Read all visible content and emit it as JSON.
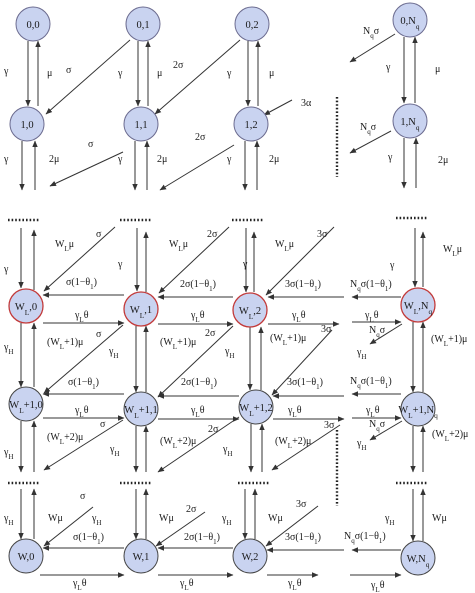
{
  "nodes": {
    "n00": "0,0",
    "n01": "0,1",
    "n02": "0,2",
    "n0N": "0,Nq",
    "n10": "1,0",
    "n11": "1,1",
    "n12": "1,2",
    "n1N": "1,Nq",
    "nL0": "WL,0",
    "nL1": "WL,1",
    "nL2": "WL,2",
    "nLN": "WL,Nq",
    "nL10": "WL+1,0",
    "nL11": "WL+1,1",
    "nL12": "WL+1,2",
    "nL1N": "WL+1,Nq",
    "nW0": "W,0",
    "nW1": "W,1",
    "nW2": "W,2",
    "nWN": "W,Nq"
  },
  "rates": {
    "gamma": "γ",
    "mu": "μ",
    "two_mu": "2μ",
    "sigma": "σ",
    "two_sigma": "2σ",
    "three_alpha": "3α",
    "three_sigma": "3σ",
    "nq_sigma": "Nqσ",
    "gamma_h": "γH",
    "gamma_l_theta": "γLθ",
    "wl_mu": "WLμ",
    "wl1_mu": "(WL+1)μ",
    "wl2_mu": "(WL+2)μ",
    "w_mu": "Wμ",
    "sigma_1mt": "σ(1−θ1)",
    "two_sigma_1mt": "2σ(1−θ1)",
    "three_sigma_1mt": "3σ(1−θ1)",
    "nq_sigma_1mt": "Nqσ(1−θ1)"
  },
  "colors": {
    "node_fill": "#c9d3f0",
    "node_border_red": "#c23a3a",
    "node_border": "#444444",
    "edge": "#333333"
  }
}
